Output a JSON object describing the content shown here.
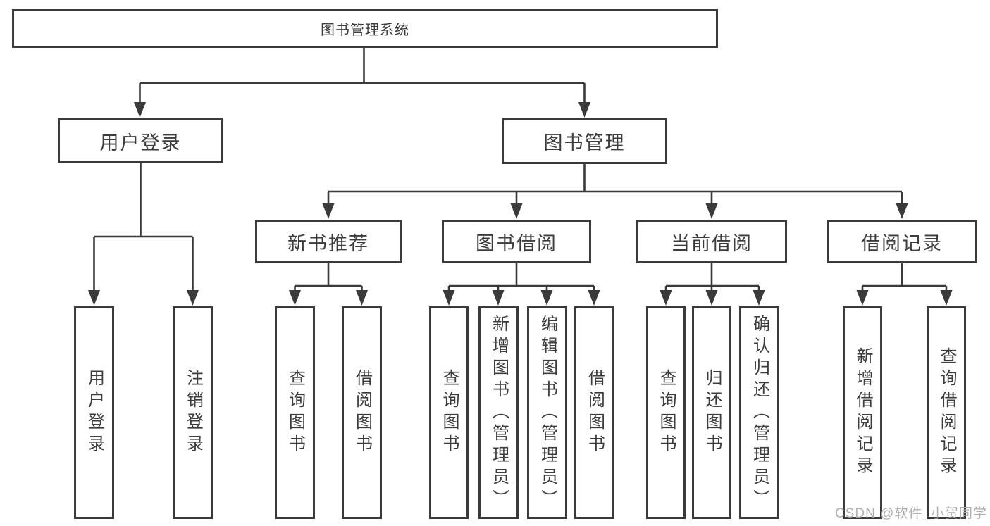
{
  "tree": {
    "label": "图书管理系统",
    "children": [
      {
        "label": "用户登录",
        "children": [
          {
            "label": "用户登录"
          },
          {
            "label": "注销登录"
          }
        ]
      },
      {
        "label": "图书管理",
        "children": [
          {
            "label": "新书推荐",
            "children": [
              {
                "label": "查询图书"
              },
              {
                "label": "借阅图书"
              }
            ]
          },
          {
            "label": "图书借阅",
            "children": [
              {
                "label": "查询图书"
              },
              {
                "label": "新增图书（管理员）"
              },
              {
                "label": "编辑图书（管理员）"
              },
              {
                "label": "借阅图书"
              }
            ]
          },
          {
            "label": "当前借阅",
            "children": [
              {
                "label": "查询图书"
              },
              {
                "label": "归还图书"
              },
              {
                "label": "确认归还（管理员）"
              }
            ]
          },
          {
            "label": "借阅记录",
            "children": [
              {
                "label": "新增借阅记录"
              },
              {
                "label": "查询借阅记录"
              }
            ]
          }
        ]
      }
    ]
  },
  "watermark": {
    "text": "CSDN @软件_小贺同学"
  },
  "colors": {
    "line": "#3a3a3a",
    "text": "#3c3c3c",
    "background": "#ffffff",
    "watermark": "#a8a8a8"
  }
}
